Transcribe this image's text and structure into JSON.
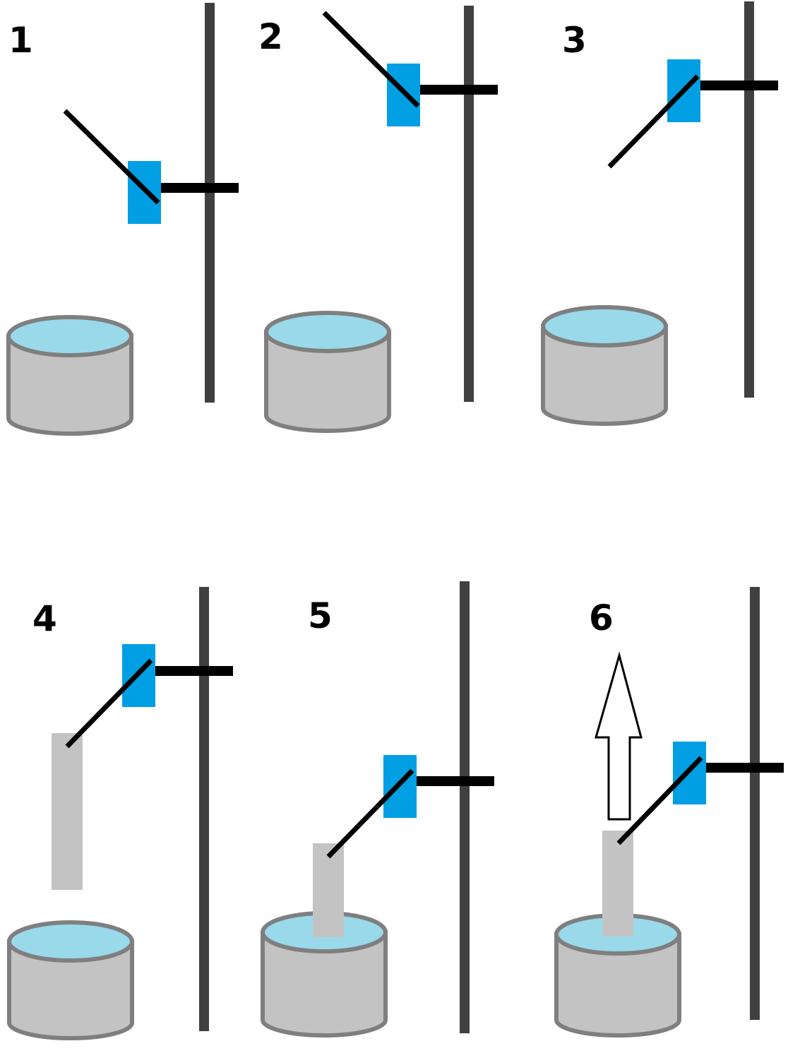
{
  "panels": [
    {
      "label": "1"
    },
    {
      "label": "2"
    },
    {
      "label": "3"
    },
    {
      "label": "4"
    },
    {
      "label": "5"
    },
    {
      "label": "6"
    }
  ],
  "colors": {
    "background": "#ffffff",
    "stand_rod": "#404040",
    "clamp_arm": "#000000",
    "clamp_block": "#009fe3",
    "wire": "#000000",
    "beaker_body": "#c3c3c3",
    "beaker_outline": "#7f7f7f",
    "water_surface": "#99d9ea",
    "sample": "#c3c3c3",
    "arrow_fill": "#ffffff",
    "arrow_outline": "#000000"
  },
  "icons": {
    "arrow": "up-arrow-icon"
  }
}
